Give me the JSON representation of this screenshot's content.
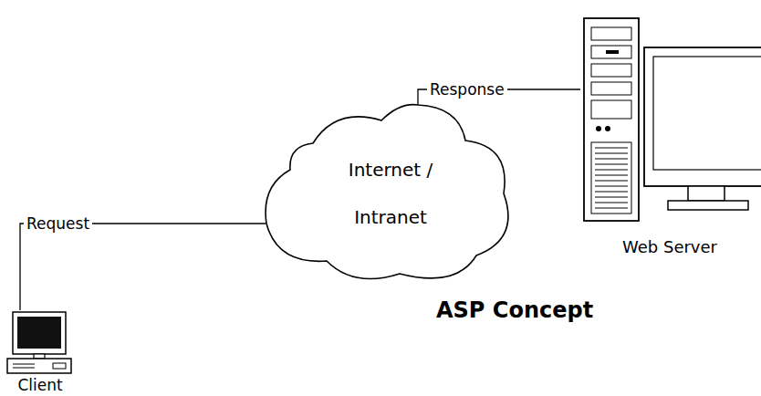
{
  "diagram": {
    "title": "ASP Concept",
    "nodes": [
      {
        "text": [
          "Client"
        ]
      },
      {
        "text": [
          "Internet / Intranet"
        ]
      },
      {
        "text": [
          "Web Server"
        ]
      }
    ],
    "edges": [
      {
        "from": 0,
        "to": 1,
        "label": "Request",
        "arrow": "none"
      },
      {
        "from": 1,
        "to": 2,
        "label": "Response",
        "arrow": "none"
      }
    ]
  }
}
